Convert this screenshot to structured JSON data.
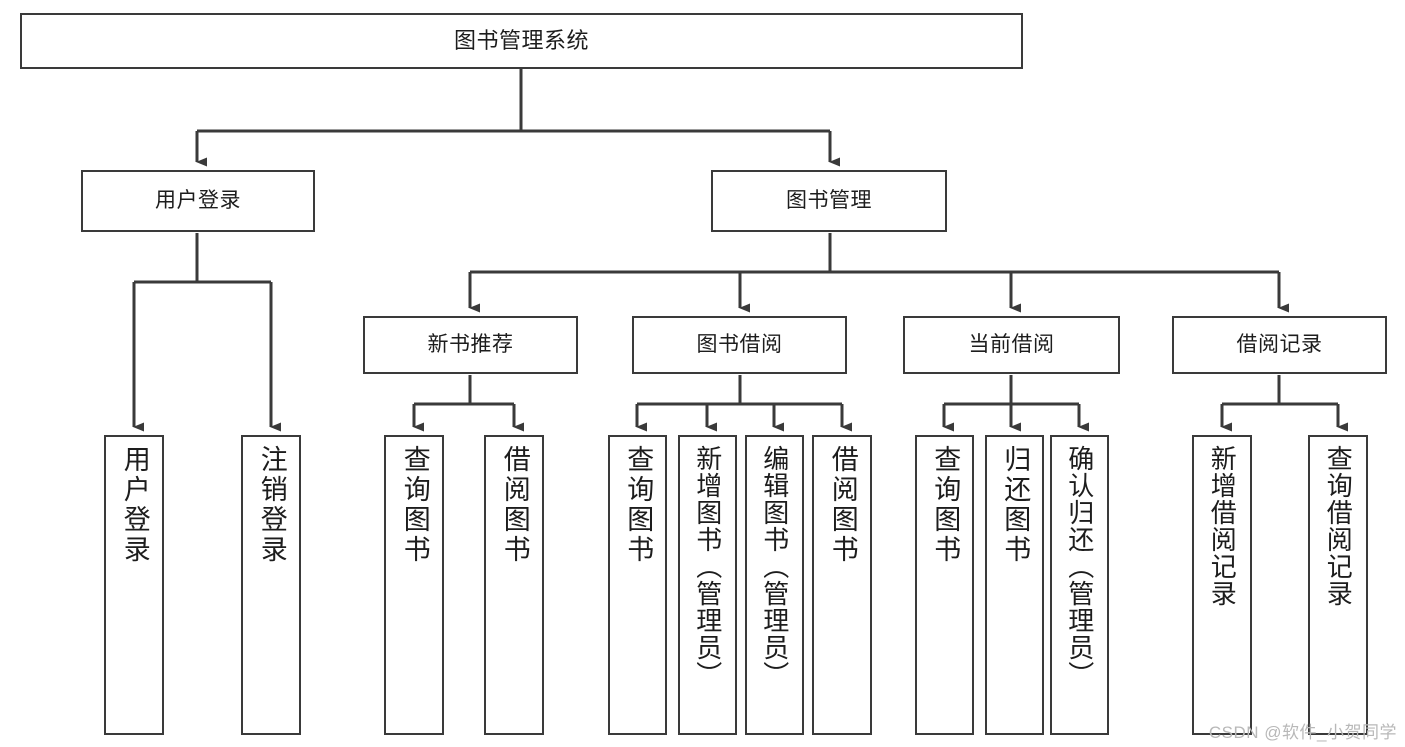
{
  "diagram": {
    "title": "图书管理系统",
    "type": "tree-hierarchy",
    "watermark": "CSDN @软件_小贺同学",
    "colors": {
      "background": "#ffffff",
      "box_border": "#3a3a3a",
      "box_fill": "#ffffff",
      "text": "#1d1d1d",
      "connector": "#3a3a3a",
      "watermark": "#b8b8b8"
    },
    "root": {
      "label": "图书管理系统"
    },
    "level2": [
      {
        "label": "用户登录"
      },
      {
        "label": "图书管理"
      }
    ],
    "level3": [
      {
        "label": "新书推荐"
      },
      {
        "label": "图书借阅"
      },
      {
        "label": "当前借阅"
      },
      {
        "label": "借阅记录"
      }
    ],
    "leaves": {
      "user_login": [
        {
          "label": "用户登录"
        },
        {
          "label": "注销登录"
        }
      ],
      "new_book_recommend": [
        {
          "label": "查询图书"
        },
        {
          "label": "借阅图书"
        }
      ],
      "book_borrow": [
        {
          "label": "查询图书"
        },
        {
          "label": "新增图书（管理员）"
        },
        {
          "label": "编辑图书（管理员）"
        },
        {
          "label": "借阅图书"
        }
      ],
      "current_borrow": [
        {
          "label": "查询图书"
        },
        {
          "label": "归还图书"
        },
        {
          "label": "确认归还（管理员）"
        }
      ],
      "borrow_record": [
        {
          "label": "新增借阅记录"
        },
        {
          "label": "查询借阅记录"
        }
      ]
    }
  }
}
